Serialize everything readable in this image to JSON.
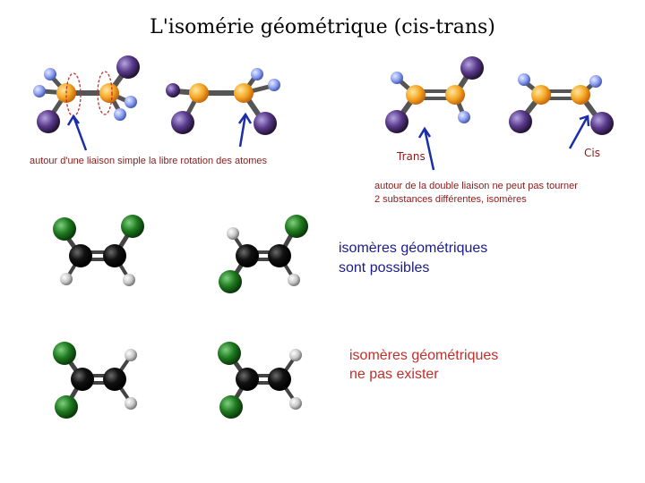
{
  "title": "L'isomérie géométrique (cis-trans)",
  "captions": {
    "single_bond": "autour d'une liaison simple la libre rotation des atomes",
    "trans": "Trans",
    "cis": "Cis",
    "double_bond_line1": "autour de la double liaison ne peut pas tourner",
    "double_bond_line2": "2 substances différentes,     isomères",
    "possible_line1": "isomères géométriques",
    "possible_line2": "sont possibles",
    "not_exist_line1": "isomères géométriques",
    "not_exist_line2": "ne pas exister"
  },
  "colors": {
    "carbon_orange": "#f5a623",
    "purple_atom": "#5a3a8c",
    "hydrogen_blue": "#8a9ef0",
    "chlorine_green": "#1f7a1f",
    "carbon_black": "#111111",
    "hydrogen_gray": "#c8c8c8",
    "arrow_blue": "#1a2ea8",
    "rotation_red": "#c0302a"
  }
}
